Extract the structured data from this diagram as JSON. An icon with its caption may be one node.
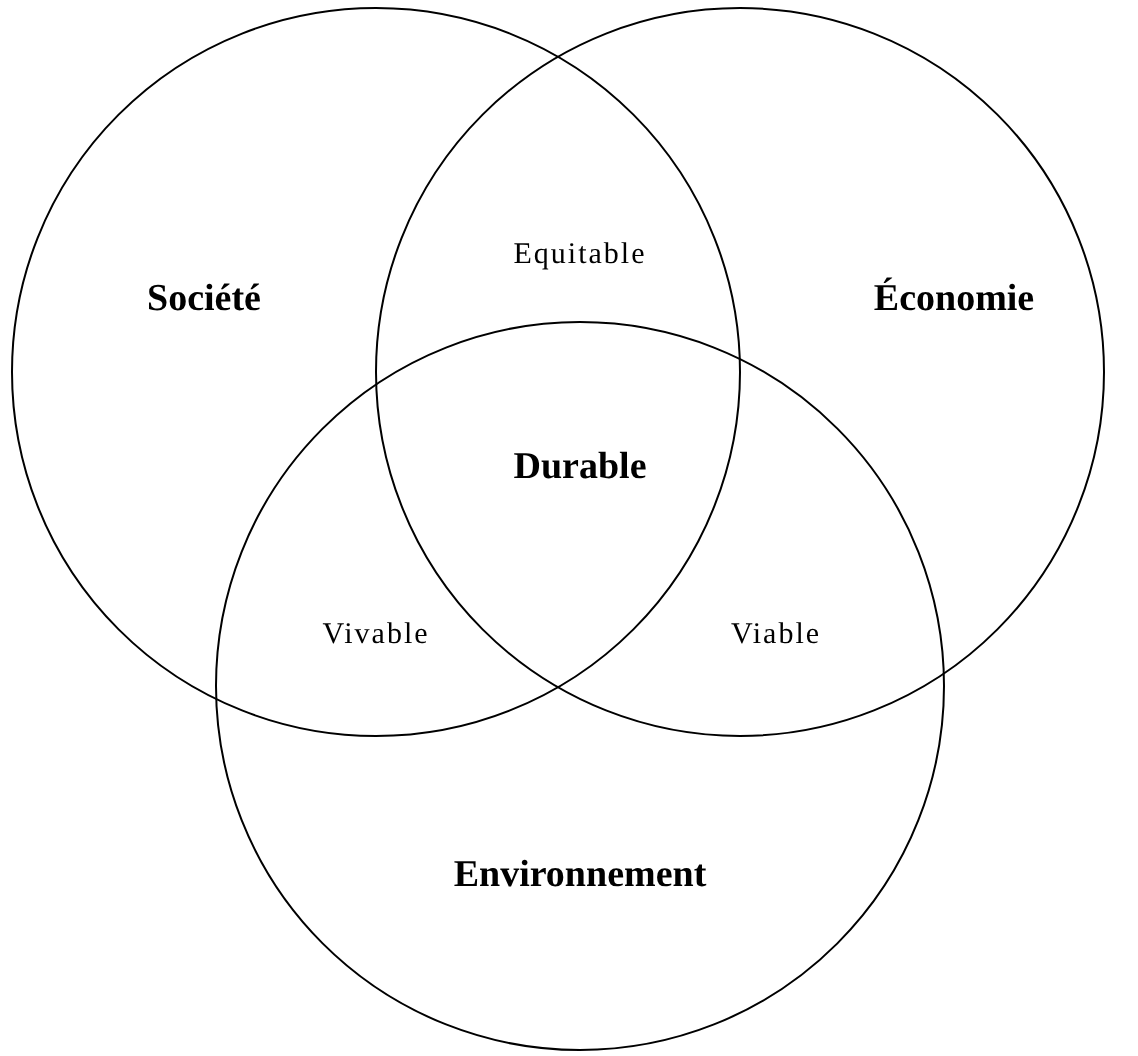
{
  "diagram": {
    "nodes": [
      {
        "text": [
          "Société"
        ]
      },
      {
        "text": [
          "Économie"
        ]
      },
      {
        "text": [
          "Environnement"
        ]
      }
    ],
    "labels": [
      "Equitable",
      "Durable",
      "Vivable",
      "Viable"
    ]
  }
}
